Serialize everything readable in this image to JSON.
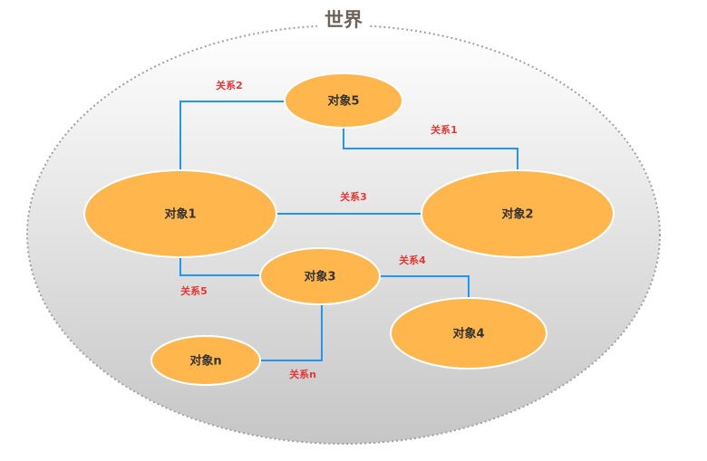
{
  "world": {
    "title": "世界"
  },
  "objects": [
    "对象1",
    "对象2",
    "对象3",
    "对象4",
    "对象5",
    "对象n"
  ],
  "relations": [
    {
      "label": "关系1",
      "from": "对象5",
      "to": "对象2"
    },
    {
      "label": "关系2",
      "from": "对象1",
      "to": "对象5"
    },
    {
      "label": "关系3",
      "from": "对象1",
      "to": "对象2"
    },
    {
      "label": "关系4",
      "from": "对象3",
      "to": "对象4"
    },
    {
      "label": "关系5",
      "from": "对象1",
      "to": "对象3"
    },
    {
      "label": "关系n",
      "from": "对象3",
      "to": "对象n"
    }
  ],
  "colors": {
    "object": "#ffb74d",
    "edge": "#2196f3",
    "relation_label": "#e53935",
    "title": "#6d635a"
  }
}
